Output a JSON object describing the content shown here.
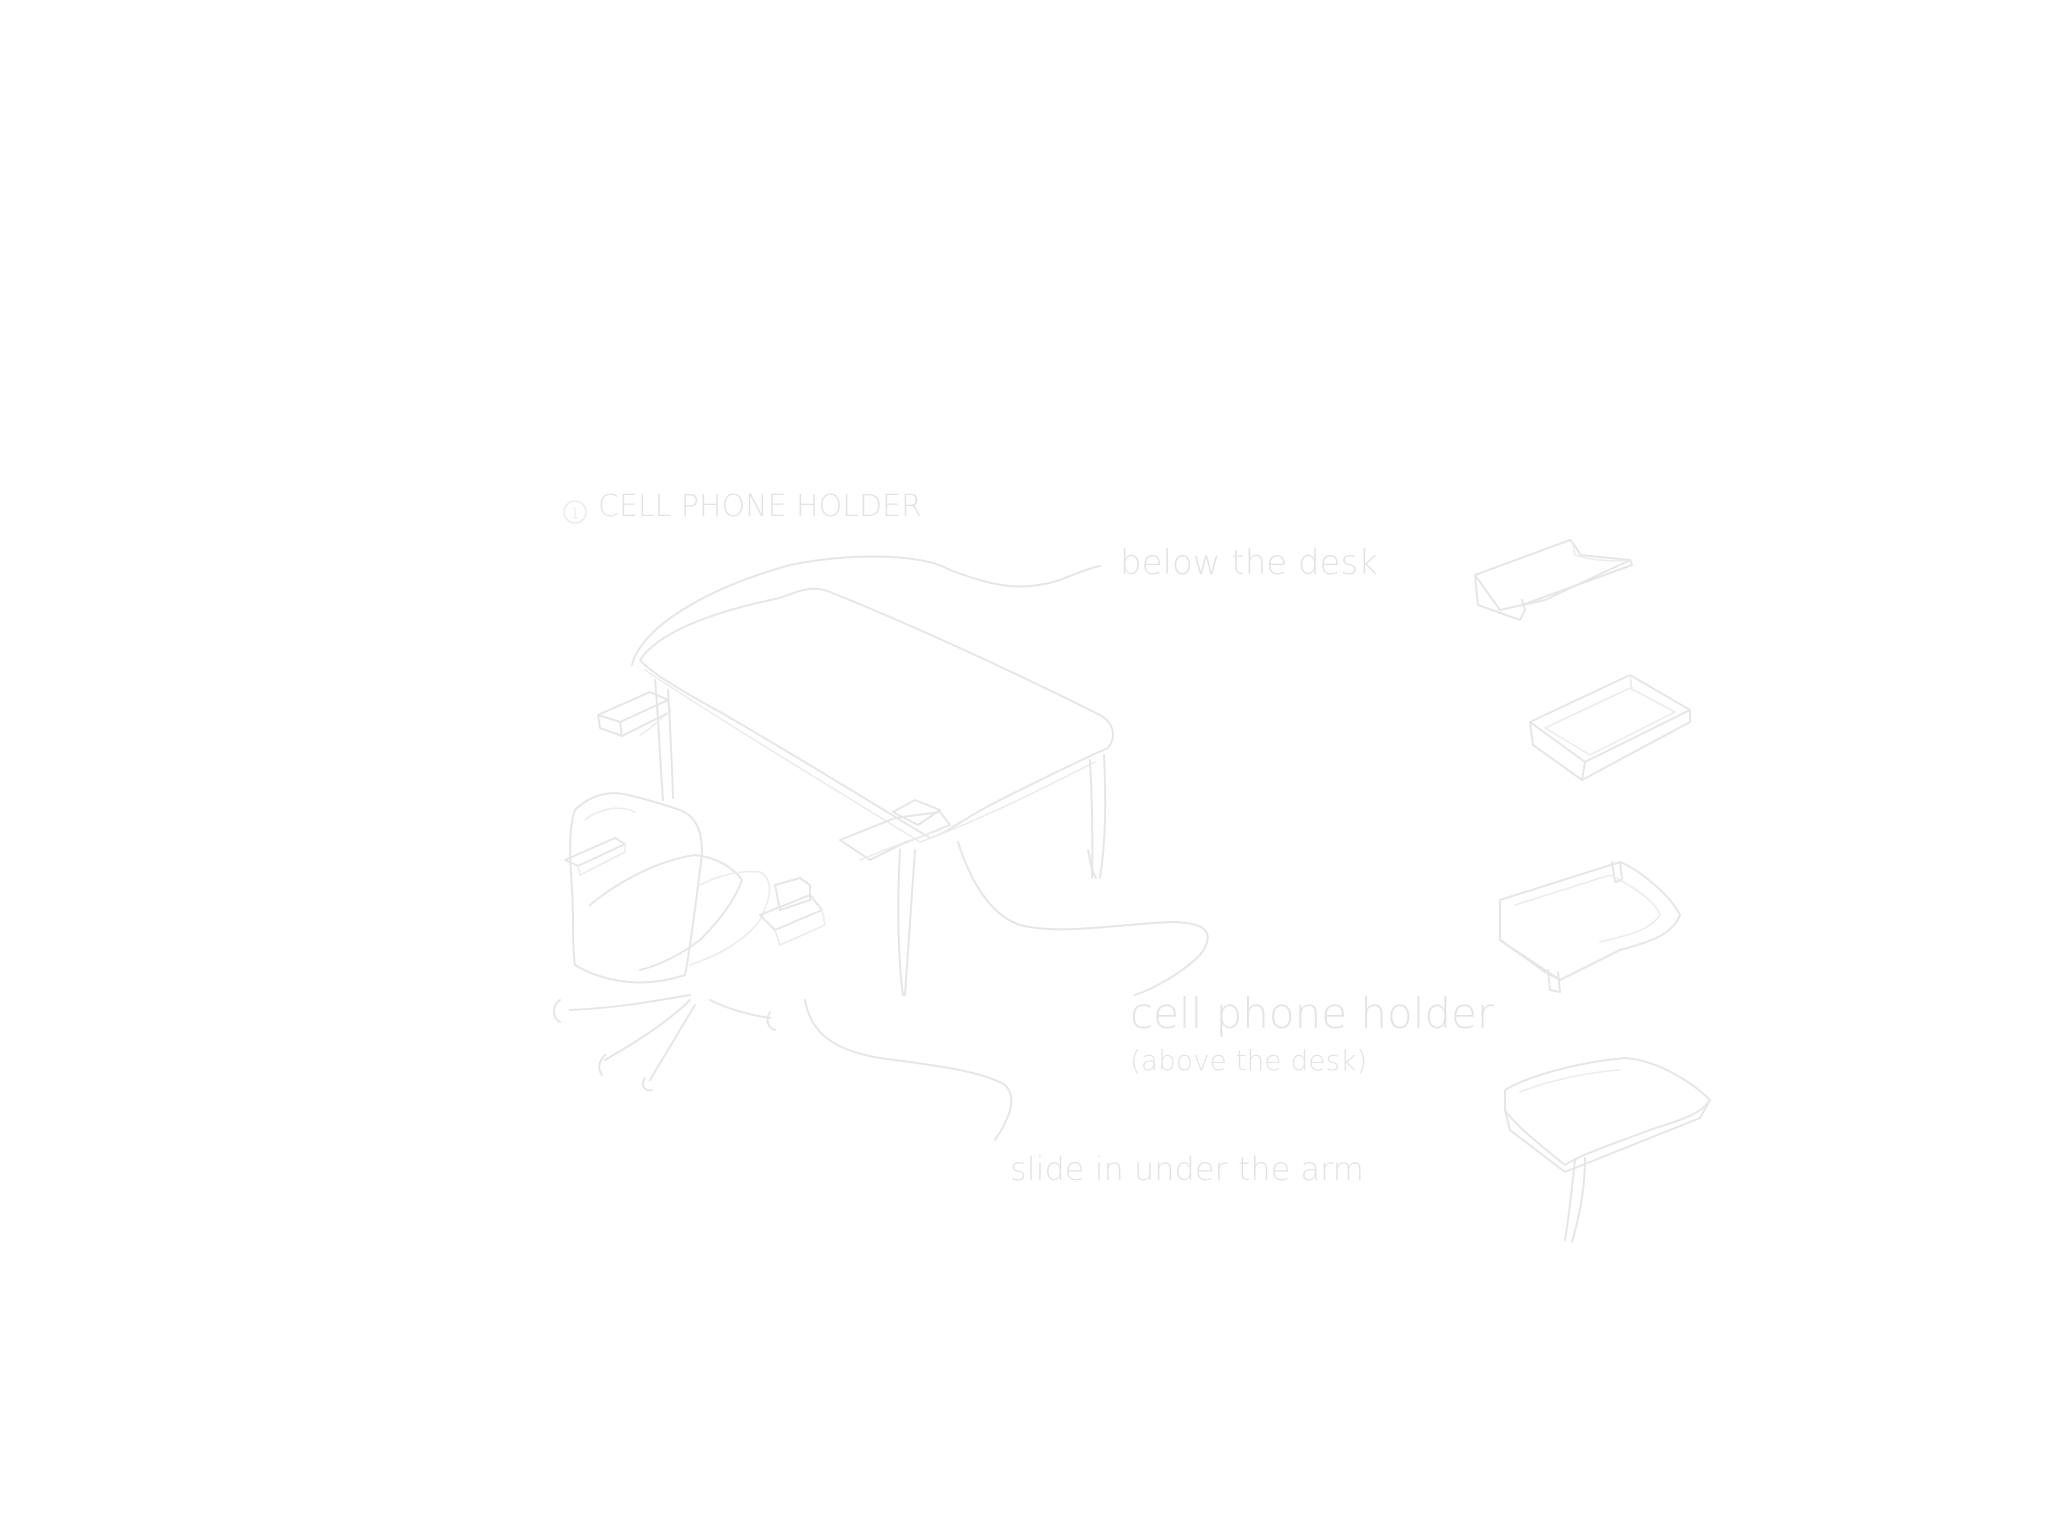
{
  "sketch": {
    "title_number": "1",
    "title": "CELL PHONE HOLDER",
    "annotations": {
      "below_desk": "below the desk",
      "cell_phone_holder": "cell phone holder",
      "above_desk": "(above the desk)",
      "slide_in": "slide in under the arm"
    }
  },
  "style": {
    "line_color": "#e6e6e6",
    "background": "#ffffff"
  }
}
